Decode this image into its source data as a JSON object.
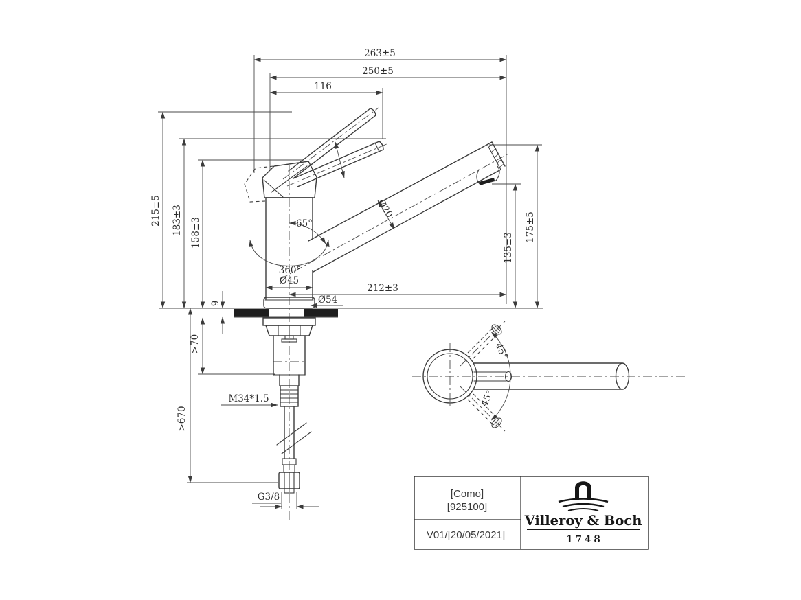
{
  "meta": {
    "background_color": "#ffffff",
    "line_color": "#3b3b3b",
    "text_color": "#2e2e2e"
  },
  "front_view": {
    "dimensions": {
      "total_width": "263±5",
      "spout_width": "250±5",
      "lever_width": "116",
      "total_height": "215±5",
      "lever_height": "183±3",
      "body_height": "158±3",
      "spout_end_height": "175±5",
      "outlet_height": "135±3",
      "spout_reach": "212±3",
      "spout_diameter": "Ø20",
      "body_diameter": "Ø45",
      "base_diameter": "Ø54",
      "spout_angle": "65°",
      "swivel_angle": "360°",
      "deck_thickness": "9",
      "mounting_clearance": ">70",
      "mounting_thread": "M34*1.5",
      "hose_length": ">670",
      "hose_connection": "G3/8"
    }
  },
  "top_view": {
    "dimensions": {
      "handle_angle_up": "45°",
      "handle_angle_down": "45°"
    }
  },
  "title_block": {
    "model_name": "[Como]",
    "article_number": "[925100]",
    "version_date": "V01/[20/05/2021]",
    "brand_name": "Villeroy & Boch",
    "brand_year": "1748"
  }
}
